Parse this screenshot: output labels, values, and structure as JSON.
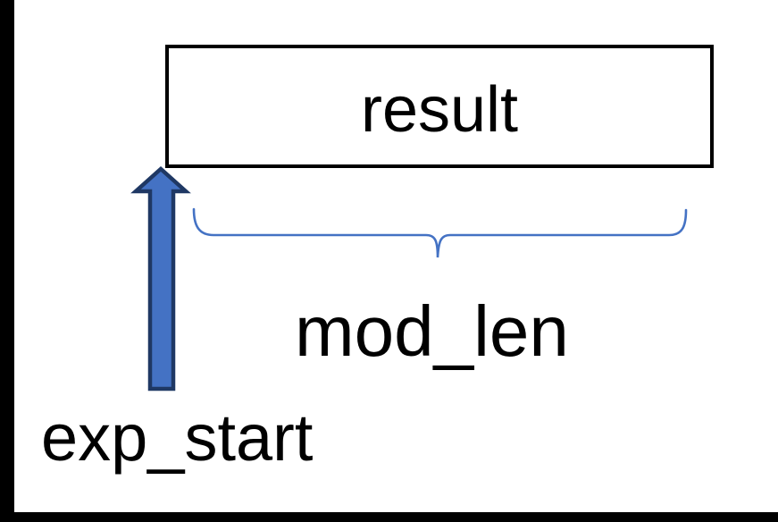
{
  "diagram": {
    "box_label": "result",
    "brace_label": "mod_len",
    "arrow_label": "exp_start"
  },
  "colors": {
    "background": "#FFFFFF",
    "frame_border": "#000000",
    "box_border": "#000000",
    "text": "#000000",
    "arrow_fill": "#4472C4",
    "arrow_outline": "#1F3864",
    "brace_stroke": "#4472C4"
  }
}
